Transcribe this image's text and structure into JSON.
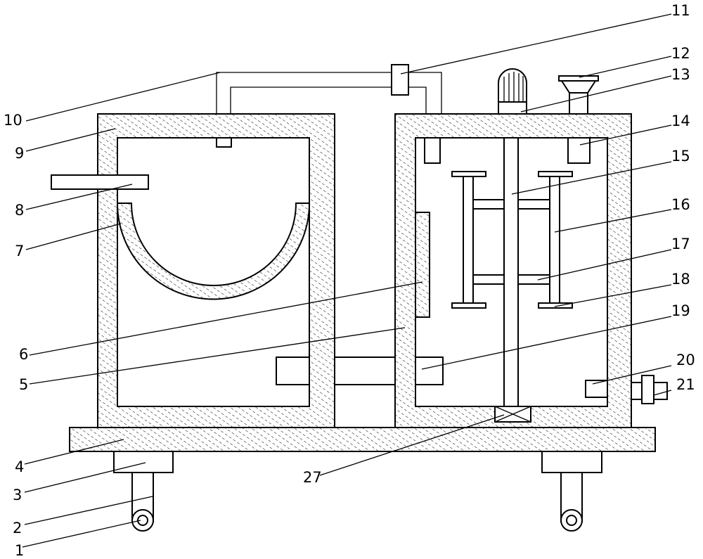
{
  "callouts": [
    {
      "id": "1",
      "text": "1"
    },
    {
      "id": "2",
      "text": "2"
    },
    {
      "id": "3",
      "text": "3"
    },
    {
      "id": "4",
      "text": "4"
    },
    {
      "id": "5",
      "text": "5"
    },
    {
      "id": "6",
      "text": "6"
    },
    {
      "id": "7",
      "text": "7"
    },
    {
      "id": "8",
      "text": "8"
    },
    {
      "id": "9",
      "text": "9"
    },
    {
      "id": "10",
      "text": "10"
    },
    {
      "id": "11",
      "text": "11"
    },
    {
      "id": "12",
      "text": "12"
    },
    {
      "id": "13",
      "text": "13"
    },
    {
      "id": "14",
      "text": "14"
    },
    {
      "id": "15",
      "text": "15"
    },
    {
      "id": "16",
      "text": "16"
    },
    {
      "id": "17",
      "text": "17"
    },
    {
      "id": "18",
      "text": "18"
    },
    {
      "id": "19",
      "text": "19"
    },
    {
      "id": "20",
      "text": "20"
    },
    {
      "id": "21",
      "text": "21"
    },
    {
      "id": "27",
      "text": "27"
    }
  ],
  "colors": {
    "line": "#000000",
    "background": "#ffffff",
    "hatch": "#000000"
  }
}
